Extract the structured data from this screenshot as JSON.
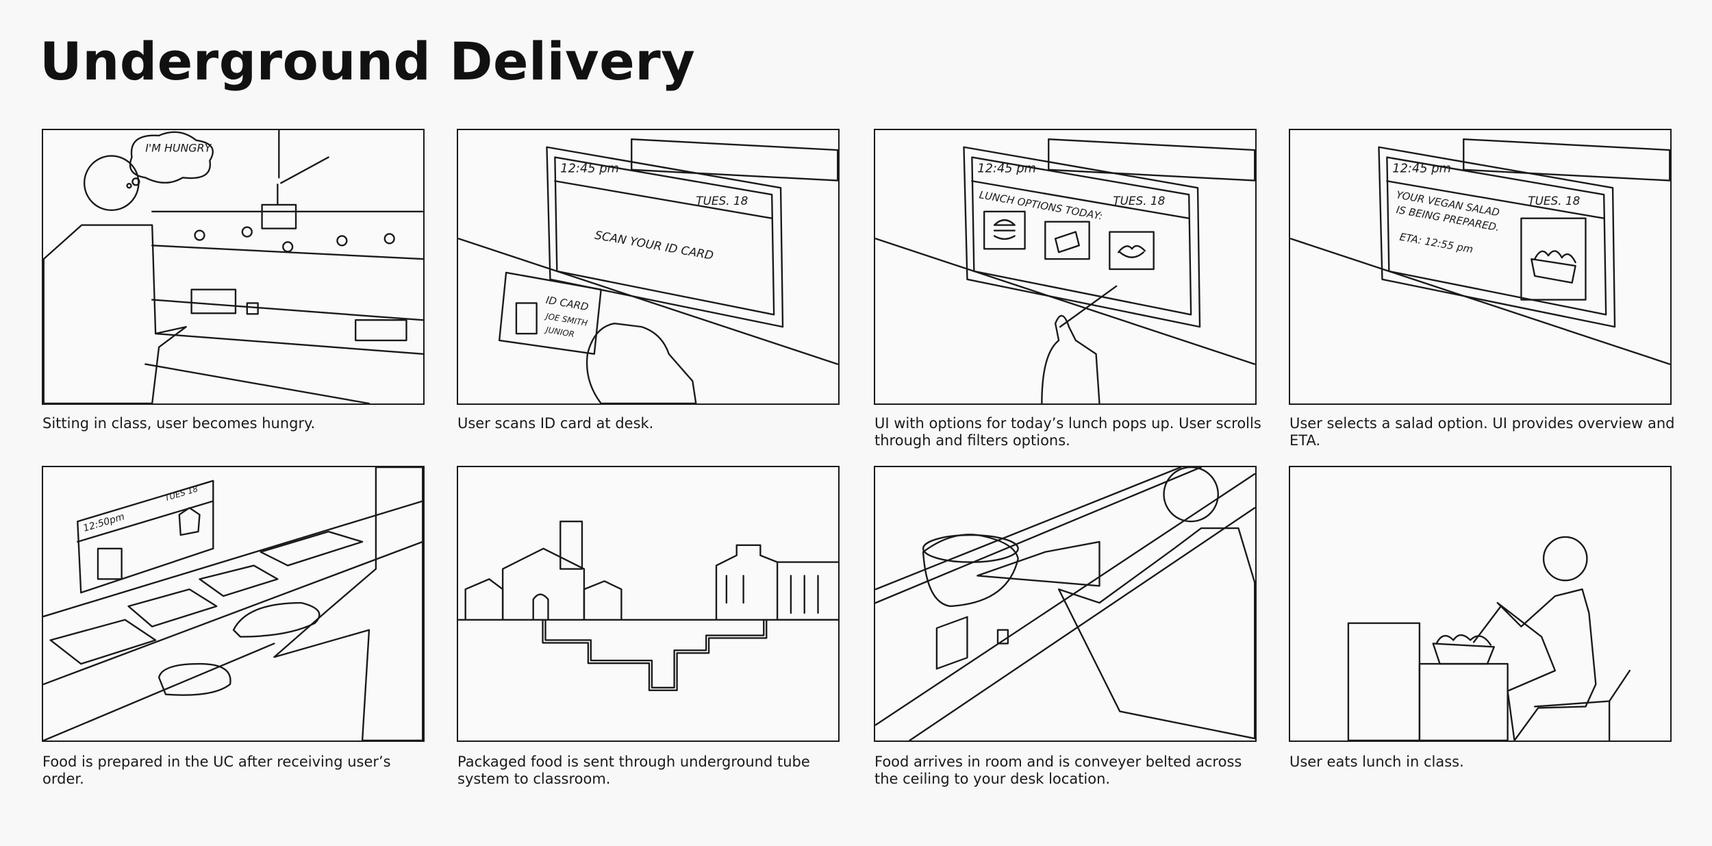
{
  "title": "Underground Delivery",
  "panels": [
    {
      "caption": "Sitting in class, user becomes hungry.",
      "sketch": {
        "bubble": "I'M HUNGRY"
      }
    },
    {
      "caption": "User scans ID card at desk.",
      "sketch": {
        "time": "12:45 pm",
        "date": "TUES. 18",
        "screen_msg": "SCAN YOUR ID CARD",
        "card_title": "ID CARD",
        "card_name": "JOE SMITH",
        "card_year": "JUNIOR"
      }
    },
    {
      "caption": "UI with options for today’s lunch pops up. User scrolls through and filters options.",
      "sketch": {
        "time": "12:45 pm",
        "date": "TUES. 18",
        "screen_msg": "LUNCH OPTIONS TODAY:"
      }
    },
    {
      "caption": "User selects a salad option. UI provides overview and ETA.",
      "sketch": {
        "time": "12:45 pm",
        "date": "TUES. 18",
        "screen_msg_1": "YOUR VEGAN SALAD",
        "screen_msg_2": "IS BEING PREPARED.",
        "eta": "ETA: 12:55 pm"
      }
    },
    {
      "caption": "Food is prepared in the UC after receiving user’s order.",
      "sketch": {
        "time": "12:50pm",
        "date": "TUES 18"
      }
    },
    {
      "caption": "Packaged food is sent through underground tube system to classroom.",
      "sketch": {}
    },
    {
      "caption": "Food arrives in room and is conveyer belted across the ceiling to your desk location.",
      "sketch": {}
    },
    {
      "caption": "User eats lunch in class.",
      "sketch": {}
    }
  ]
}
